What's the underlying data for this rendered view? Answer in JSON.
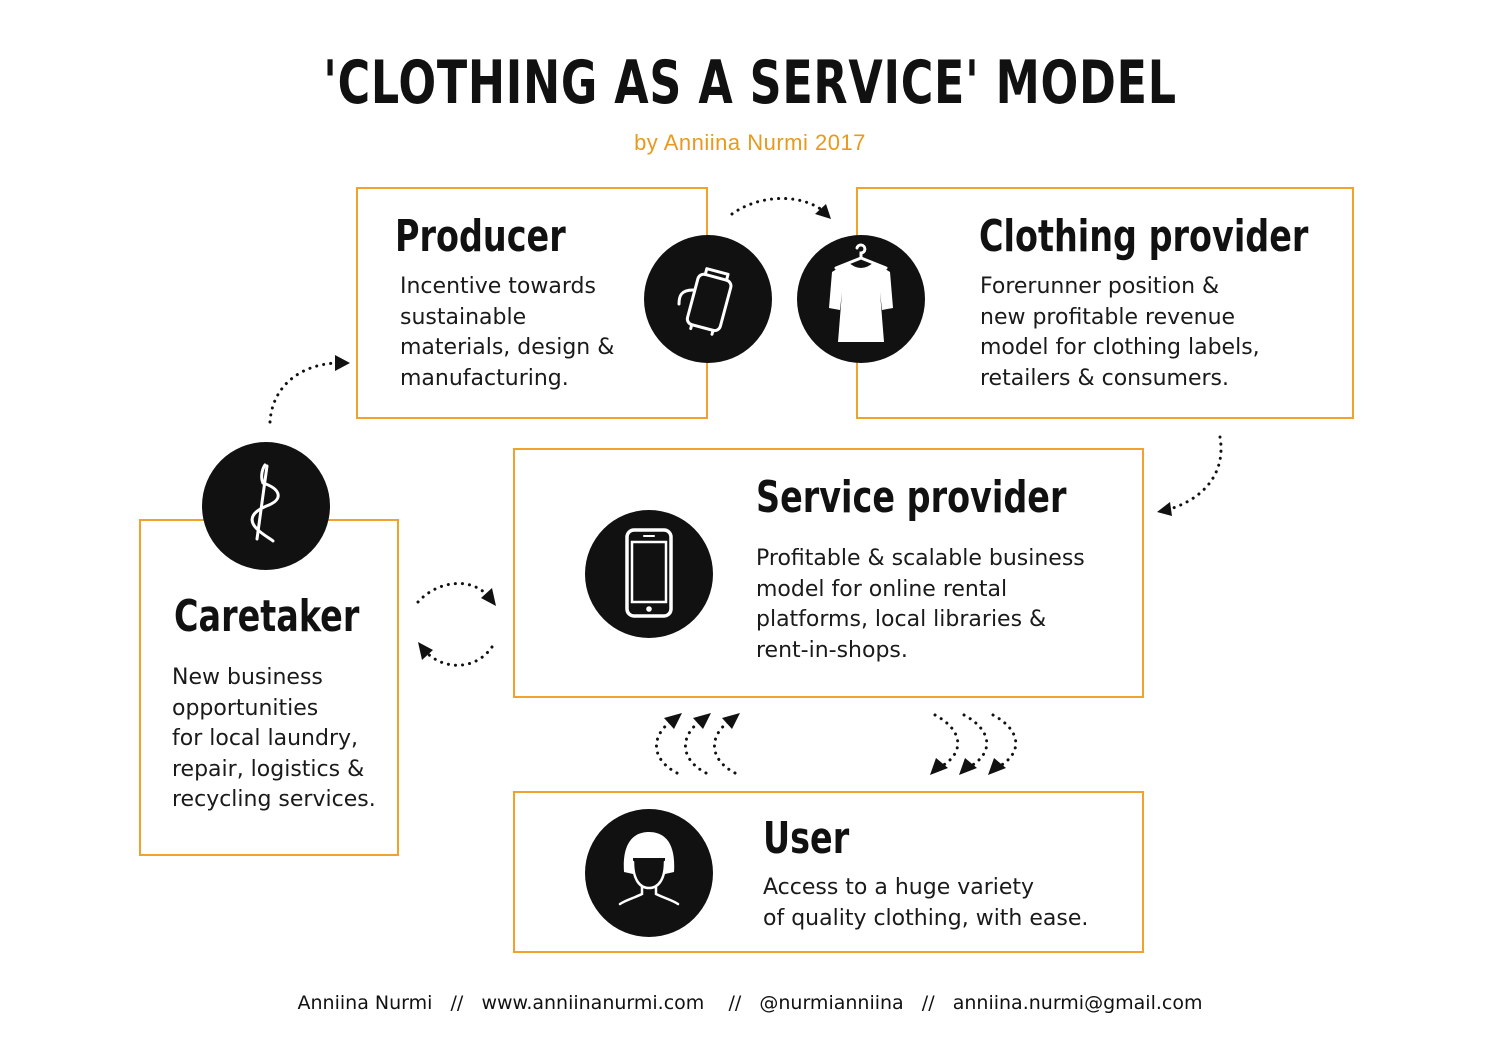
{
  "header": {
    "title": "'CLOTHING AS A SERVICE' MODEL",
    "subtitle": "by Anniina Nurmi 2017"
  },
  "colors": {
    "accent": "#f0a22c",
    "icon_bg": "#111111",
    "text": "#111111"
  },
  "nodes": {
    "producer": {
      "title": "Producer",
      "icon": "sewing-machine-icon",
      "lines": [
        "Incentive towards",
        "sustainable",
        "materials, design &",
        "manufacturing."
      ]
    },
    "clothing_provider": {
      "title": "Clothing provider",
      "icon": "dress-on-hanger-icon",
      "lines": [
        "Forerunner position &",
        "new profitable revenue",
        "model for clothing labels,",
        "retailers & consumers."
      ]
    },
    "service_provider": {
      "title": "Service provider",
      "icon": "smartphone-icon",
      "lines": [
        "Profitable & scalable business",
        "model for online rental",
        "platforms, local libraries &",
        "rent-in-shops."
      ]
    },
    "caretaker": {
      "title": "Caretaker",
      "icon": "needle-and-thread-icon",
      "lines": [
        "New business",
        "opportunities",
        "for local laundry,",
        "repair, logistics &",
        "recycling services."
      ]
    },
    "user": {
      "title": "User",
      "icon": "person-bob-haircut-icon",
      "lines": [
        "Access to a huge variety",
        "of quality clothing, with ease."
      ]
    }
  },
  "footer": {
    "text": "Anniina Nurmi   //   www.anniinanurmi.com    //   @nurmianniina   //   anniina.nurmi@gmail.com"
  }
}
